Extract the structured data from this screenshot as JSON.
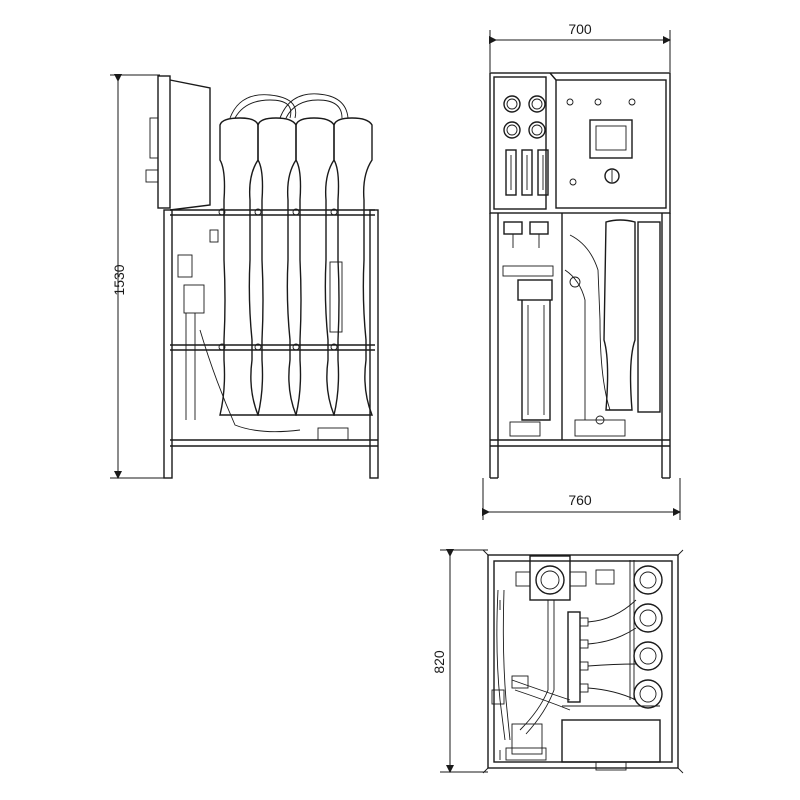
{
  "dimensions": {
    "height": "1530",
    "top_width": "700",
    "bottom_width": "760",
    "depth": "820"
  },
  "colors": {
    "line": "#1a1a1a",
    "background": "#ffffff"
  }
}
